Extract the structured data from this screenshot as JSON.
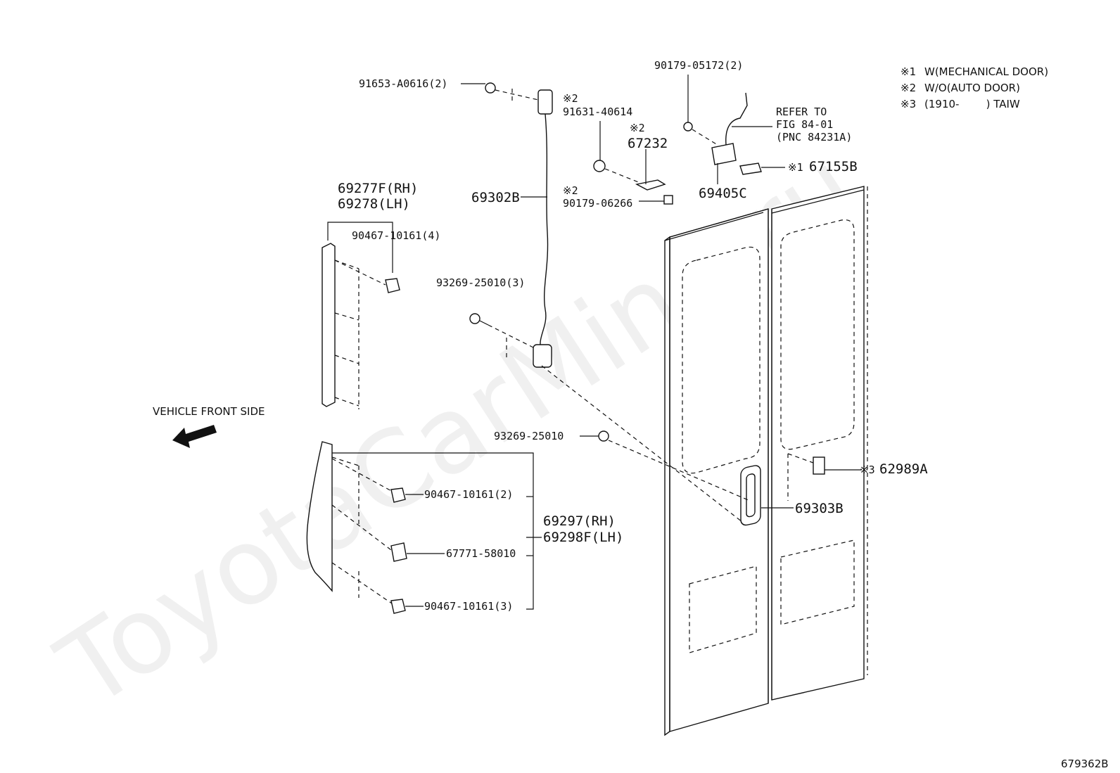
{
  "watermark": "ToyotaCarMine.ru",
  "figure_code": "679362B",
  "vehicle_front_label": "VEHICLE FRONT SIDE",
  "notes": [
    {
      "mark": "※1",
      "text": "W(MECHANICAL DOOR)"
    },
    {
      "mark": "※2",
      "text": "W/O(AUTO DOOR)"
    },
    {
      "mark": "※3",
      "text": "(1910-        ) TAIW"
    }
  ],
  "refer": {
    "line1": "REFER TO",
    "line2": "FIG 84-01",
    "line3": "(PNC 84231A)"
  },
  "parts": {
    "p91653": "91653-A0616(2)",
    "p91631_mark": "※2",
    "p91631": "91631-40614",
    "p67232_mark": "※2",
    "p67232": "67232",
    "p90179_05172": "90179-05172(2)",
    "p67155b_mark": "※1",
    "p67155b": "67155B",
    "p69405c": "69405C",
    "p90179_06266_mark": "※2",
    "p90179_06266": "90179-06266",
    "p69302b": "69302B",
    "p69277f": "69277F(RH)",
    "p69278": "69278(LH)",
    "p90467_4": "90467-10161(4)",
    "p93269_3": "93269-25010(3)",
    "p93269": "93269-25010",
    "p62989a_mark": "※3",
    "p62989a": "62989A",
    "p69303b": "69303B",
    "p90467_2": "90467-10161(2)",
    "p67771": "67771-58010",
    "p90467_3": "90467-10161(3)",
    "p69297": "69297(RH)",
    "p69298f": "69298F(LH)"
  }
}
